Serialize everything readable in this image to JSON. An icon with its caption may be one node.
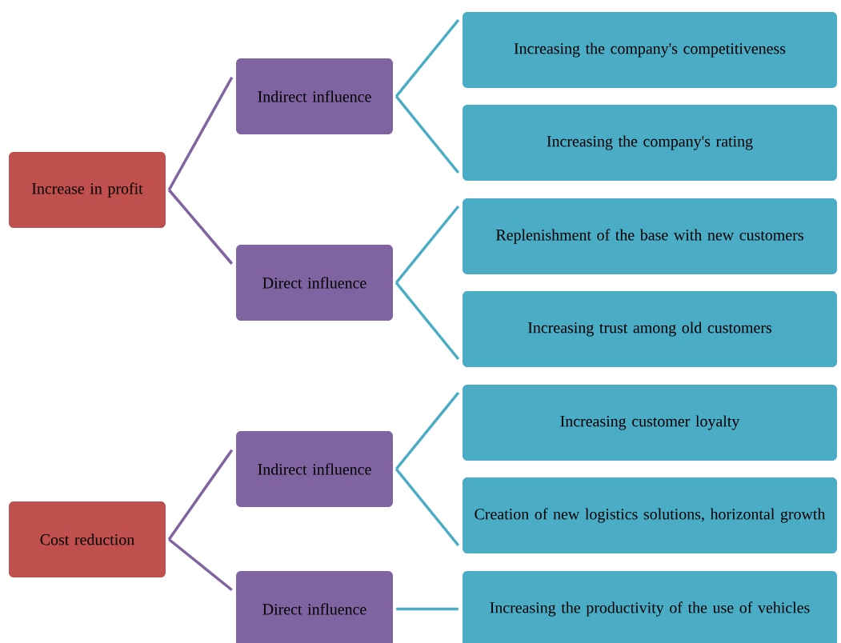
{
  "diagram": {
    "nodes": [
      {
        "text": [
          "Increase in profit"
        ]
      },
      {
        "text": [
          "Indirect influence"
        ]
      },
      {
        "text": [
          "Increasing the company's competitiveness"
        ]
      },
      {
        "text": [
          "Increasing the company's rating"
        ]
      },
      {
        "text": [
          "Direct influence"
        ]
      },
      {
        "text": [
          "Replenishment of the base with new customers"
        ]
      },
      {
        "text": [
          "Increasing trust among old customers"
        ]
      },
      {
        "text": [
          "Cost reduction"
        ]
      },
      {
        "text": [
          "Indirect influence"
        ]
      },
      {
        "text": [
          "Increasing customer loyalty"
        ]
      },
      {
        "text": [
          "Creation of new logistics solutions, horizontal growth"
        ]
      },
      {
        "text": [
          "Direct influence"
        ]
      },
      {
        "text": [
          "Increasing the productivity of the use of vehicles"
        ]
      }
    ],
    "edges": [
      {
        "from": 0,
        "to": 1,
        "arrow": "none",
        "color": "#8064a2"
      },
      {
        "from": 0,
        "to": 4,
        "arrow": "none",
        "color": "#8064a2"
      },
      {
        "from": 1,
        "to": 2,
        "arrow": "none"
      },
      {
        "from": 1,
        "to": 3,
        "arrow": "none"
      },
      {
        "from": 4,
        "to": 5,
        "arrow": "none"
      },
      {
        "from": 4,
        "to": 6,
        "arrow": "none"
      },
      {
        "from": 7,
        "to": 8,
        "arrow": "none",
        "color": "#8064a2"
      },
      {
        "from": 7,
        "to": 11,
        "arrow": "none",
        "color": "#8064a2"
      },
      {
        "from": 8,
        "to": 9,
        "arrow": "none"
      },
      {
        "from": 8,
        "to": 10,
        "arrow": "none"
      },
      {
        "from": 11,
        "to": 12,
        "arrow": "none"
      }
    ]
  }
}
